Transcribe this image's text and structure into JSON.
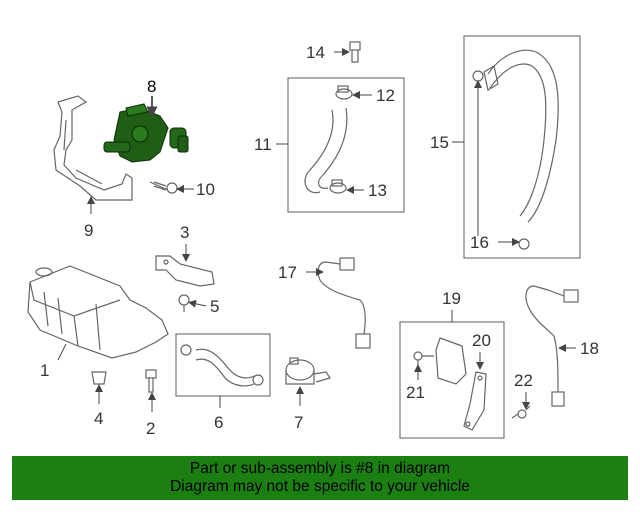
{
  "callouts": {
    "c1": "1",
    "c2": "2",
    "c3": "3",
    "c4": "4",
    "c5": "5",
    "c6": "6",
    "c7": "7",
    "c8": "8",
    "c9": "9",
    "c10": "10",
    "c11": "11",
    "c12": "12",
    "c13": "13",
    "c14": "14",
    "c15": "15",
    "c16": "16",
    "c17": "17",
    "c18": "18",
    "c19": "19",
    "c20": "20",
    "c21": "21",
    "c22": "22"
  },
  "banner": {
    "line1": "Part or sub-assembly is #8 in diagram",
    "line2": "Diagram may not be specific to your vehicle"
  },
  "colors": {
    "highlight_part": "#1f5e14",
    "banner_bg": "#1b7f12",
    "line": "#555555"
  }
}
